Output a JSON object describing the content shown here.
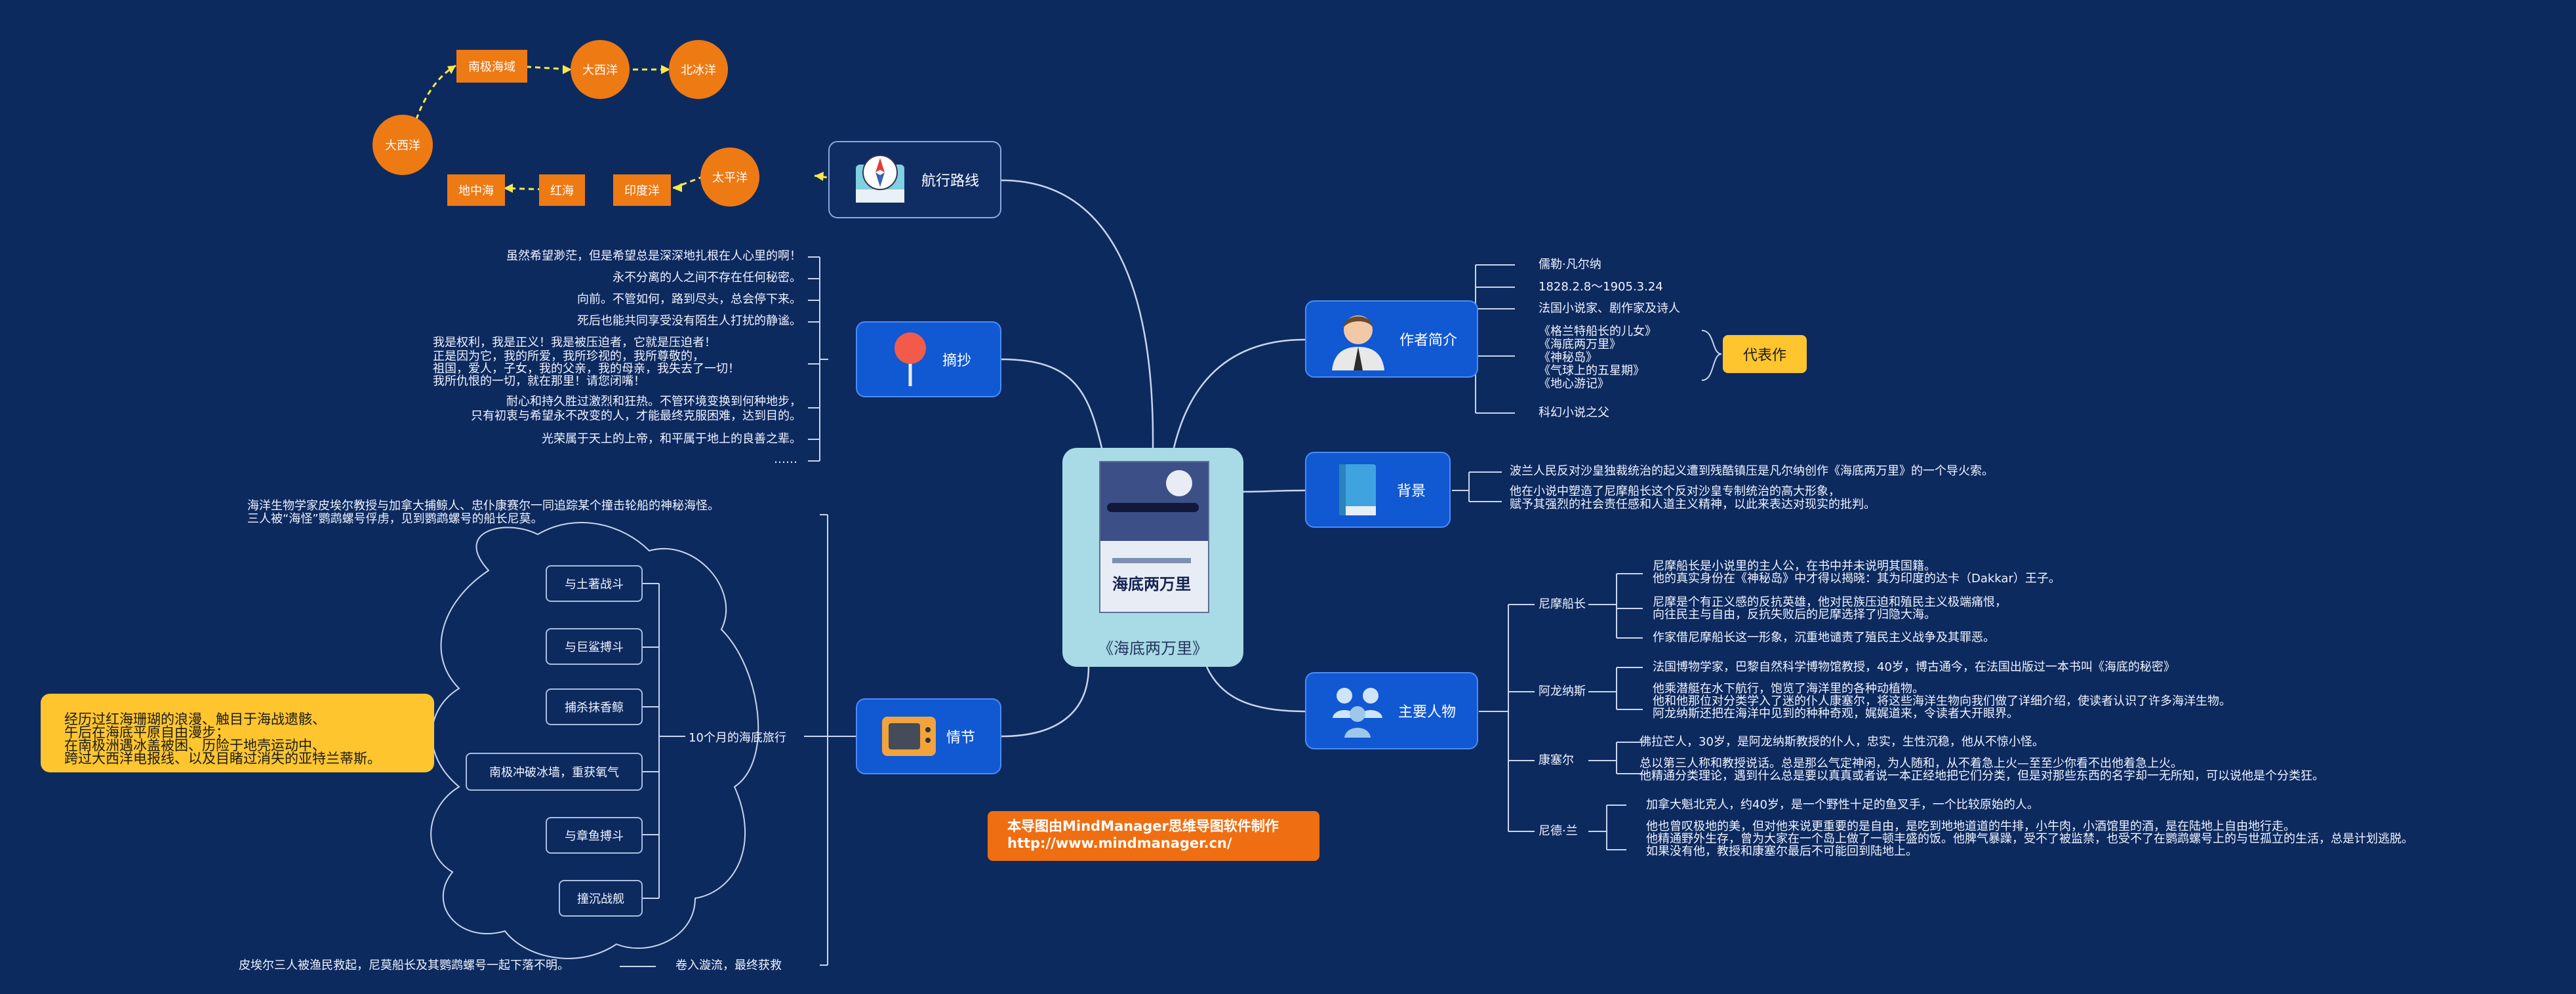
{
  "center": {
    "title": "《海底两万里》",
    "cover_title": "海底两万里"
  },
  "topics": {
    "route": "航行路线",
    "excerpt": "摘抄",
    "plot": "情节",
    "author": "作者简介",
    "background": "背景",
    "characters": "主要人物"
  },
  "route_nodes": {
    "pacific": "太平洋",
    "indian": "印度洋",
    "red_sea": "红海",
    "mediterranean": "地中海",
    "atlantic_left": "大西洋",
    "antarctic": "南极海域",
    "atlantic_top": "大西洋",
    "arctic": "北冰洋"
  },
  "excerpts": [
    "虽然希望渺茫，但是希望总是深深地扎根在人心里的啊！",
    "永不分离的人之间不存在任何秘密。",
    "向前。不管如何，路到尽头，总会停下来。",
    "死后也能共同享受没有陌生人打扰的静谧。",
    [
      "我是权利，我是正义！我是被压迫者，它就是压迫者！",
      "正是因为它，我的所爱，我所珍视的，我所尊敬的，",
      "祖国，爱人，子女，我的父亲，我的母亲，我失去了一切！",
      "我所仇恨的一切，就在那里！请您闭嘴！"
    ],
    [
      "耐心和持久胜过激烈和狂热。不管环境变换到何种地步，",
      "只有初衷与希望永不改变的人，才能最终克服困难，达到目的。"
    ],
    "光荣属于天上的上帝，和平属于地上的良善之辈。",
    "……"
  ],
  "plot": {
    "intro": [
      "海洋生物学家皮埃尔教授与加拿大捕鲸人、忠仆康赛尔一同追踪某个撞击轮船的神秘海怪。",
      "三人被“海怪”鹦鹉螺号俘虏，见到鹦鹉螺号的船长尼莫。"
    ],
    "voyage_label": "10个月的海底旅行",
    "events": [
      "与土著战斗",
      "与巨鲨搏斗",
      "捕杀抹香鲸",
      "南极冲破冰墙，重获氧气",
      "与章鱼搏斗",
      "撞沉战舰"
    ],
    "summary": [
      "经历过红海珊瑚的浪漫、触目于海战遗骸、",
      "午后在海底平原自由漫步；",
      "在南极洲遇冰盖被困、历险于地壳运动中、",
      "跨过大西洋电报线、以及目睹过消失的亚特兰蒂斯。"
    ],
    "whirlpool": "卷入漩流，最终获救",
    "ending": "皮埃尔三人被渔民救起，尼莫船长及其鹦鹉螺号一起下落不明。"
  },
  "author": {
    "items": [
      "儒勒·凡尔纳",
      "1828.2.8～1905.3.24",
      "法国小说家、剧作家及诗人"
    ],
    "works": [
      "《格兰特船长的儿女》",
      "《海底两万里》",
      "《神秘岛》",
      "《气球上的五星期》",
      "《地心游记》"
    ],
    "works_label": "代表作",
    "last": "科幻小说之父"
  },
  "background": [
    "波兰人民反对沙皇独裁统治的起义遭到残酷镇压是凡尔纳创作《海底两万里》的一个导火索。",
    "他在小说中塑造了尼摩船长这个反对沙皇专制统治的高大形象，",
    "赋予其强烈的社会责任感和人道主义精神，以此来表达对现实的批判。"
  ],
  "characters": [
    {
      "name": "尼摩船长",
      "lines": [
        [
          "尼摩船长是小说里的主人公，在书中并未说明其国籍。",
          "他的真实身份在《神秘岛》中才得以揭晓：其为印度的达卡（Dakkar）王子。"
        ],
        [
          "尼摩是个有正义感的反抗英雄，他对民族压迫和殖民主义极端痛恨，",
          "向往民主与自由，反抗失败后的尼摩选择了归隐大海。"
        ],
        [
          "作家借尼摩船长这一形象，沉重地谴责了殖民主义战争及其罪恶。"
        ]
      ]
    },
    {
      "name": "阿龙纳斯",
      "lines": [
        [
          "法国博物学家，巴黎自然科学博物馆教授，40岁，博古通今，在法国出版过一本书叫《海底的秘密》"
        ],
        [
          "他乘潜艇在水下航行，饱览了海洋里的各种动植物。",
          "他和他那位对分类学入了迷的仆人康塞尔，将这些海洋生物向我们做了详细介绍，使读者认识了许多海洋生物。",
          "阿龙纳斯还把在海洋中见到的种种奇观，娓娓道来，令读者大开眼界。"
        ]
      ]
    },
    {
      "name": "康塞尔",
      "lines": [
        [
          "佛拉芒人，30岁，是阿龙纳斯教授的仆人，忠实，生性沉稳，他从不惊小怪。"
        ],
        [
          "总以第三人称和教授说话。总是那么气定神闲，为人随和，从不着急上火—至至少你看不出他着急上火。",
          "他精通分类理论，遇到什么总是要以真真或者说一本正经地把它们分类，但是对那些东西的名字却一无所知，可以说他是个分类狂。"
        ]
      ]
    },
    {
      "name": "尼德·兰",
      "lines": [
        [
          "加拿大魁北克人，约40岁，是一个野性十足的鱼叉手，一个比较原始的人。"
        ],
        [
          "他也曾叹极地的美，但对他来说更重要的是自由，是吃到地地道道的牛排，小牛肉，小酒馆里的酒，是在陆地上自由地行走。",
          "他精通野外生存，曾为大家在一个岛上做了一顿丰盛的饭。他脾气暴躁，受不了被监禁，也受不了在鹦鹉螺号上的与世孤立的生活，总是计划逃脱。",
          "如果没有他，教授和康塞尔最后不可能回到陆地上。"
        ]
      ]
    }
  ],
  "credit": [
    "本导图由MindManager思维导图软件制作",
    "http://www.mindmanager.cn/"
  ],
  "colors": {
    "background": "#0d2a5f",
    "topic": "#1158d3",
    "orange": "#ee7a14",
    "yellow": "#fec52e"
  }
}
